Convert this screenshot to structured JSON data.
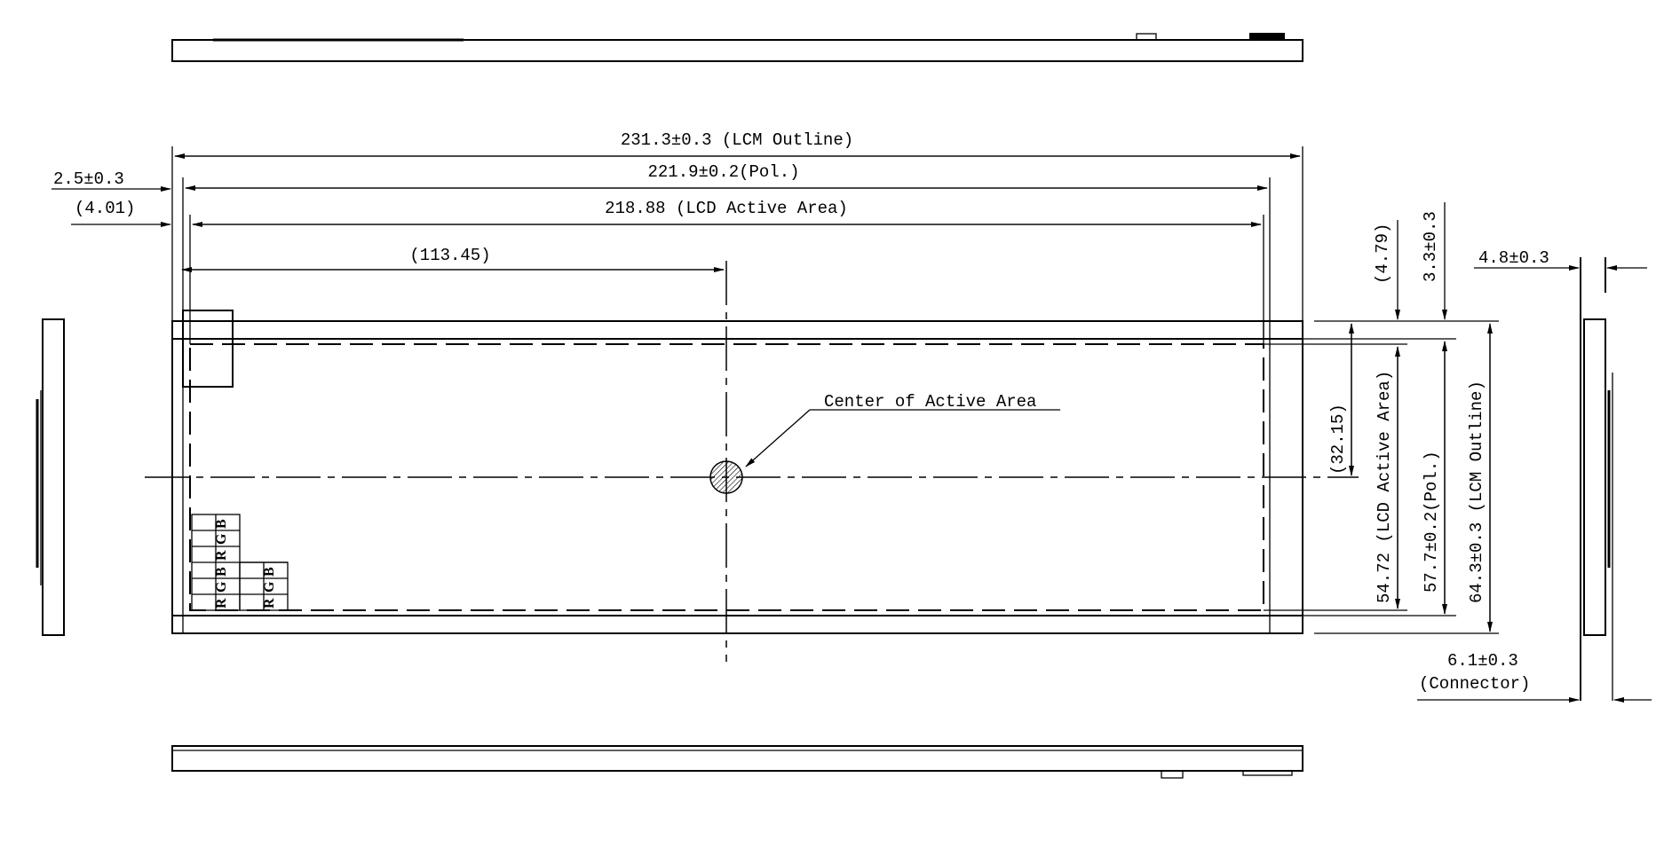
{
  "drawing": {
    "dimensions": {
      "lcm_outline_width": "231.3±0.3 (LCM Outline)",
      "pol_width": "221.9±0.2(Pol.)",
      "active_width": "218.88 (LCD Active Area)",
      "center_x": "(113.45)",
      "left_offset_outline": "2.5±0.3",
      "left_offset_active": "(4.01)",
      "top_offset_active": "(4.79)",
      "top_offset_pol": "3.3±0.3",
      "center_y": "(32.15)",
      "active_height": "54.72 (LCD Active Area)",
      "pol_height": "57.7±0.2(Pol.)",
      "lcm_outline_height": "64.3±0.3 (LCM Outline)",
      "thickness": "4.8±0.3",
      "connector_thickness": "6.1±0.3",
      "connector_label": "(Connector)"
    },
    "callout": "Center of Active Area",
    "pixel_labels": {
      "col1": [
        "R",
        "G",
        "B",
        "R",
        "G",
        "B"
      ],
      "col2": [
        "R",
        "G",
        "B"
      ]
    }
  }
}
